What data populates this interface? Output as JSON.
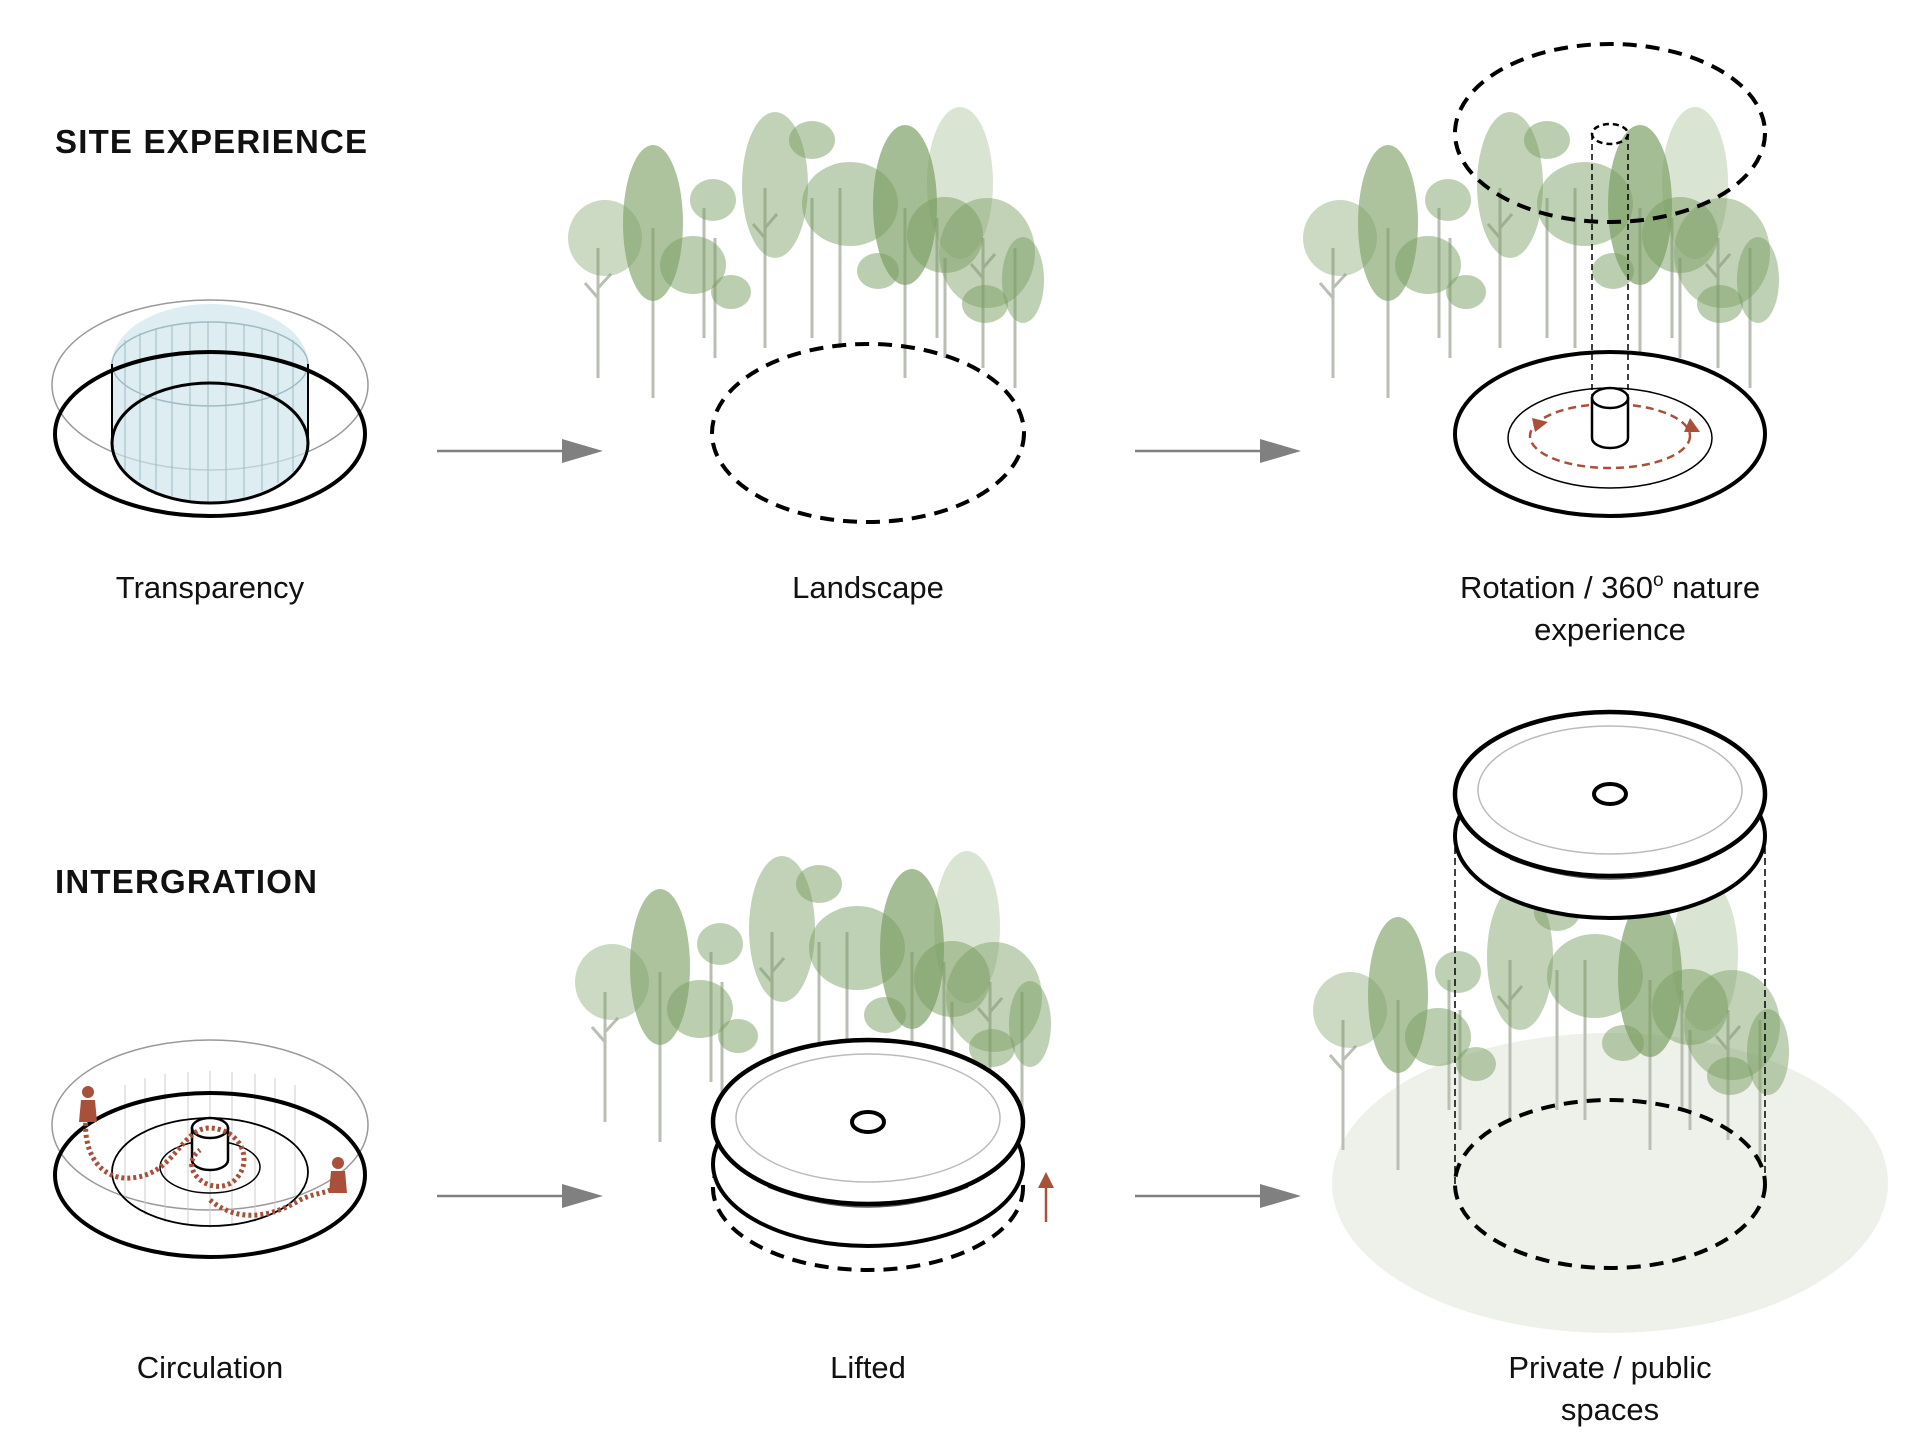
{
  "headings": {
    "site_experience": "SITE EXPERIENCE",
    "integration": "INTERGRATION"
  },
  "captions": {
    "transparency": "Transparency",
    "landscape": "Landscape",
    "rotation_line1_pre": "Rotation / 360",
    "rotation_line1_sup": "o",
    "rotation_line1_post": " nature",
    "rotation_line2": "experience",
    "circulation": "Circulation",
    "lifted": "Lifted",
    "private_line1": "Private / public",
    "private_line2": "spaces"
  },
  "colors": {
    "tree_fill": "#7a9e62",
    "tree_trunk": "#b9bfb3",
    "glass": "#cfe6ec",
    "accent": "#a8503a",
    "arrow": "#808080",
    "ground": "#eef0ea"
  },
  "icons": {
    "arrow": "right-arrow-icon",
    "person": "person-icon",
    "up": "up-arrow-icon"
  }
}
